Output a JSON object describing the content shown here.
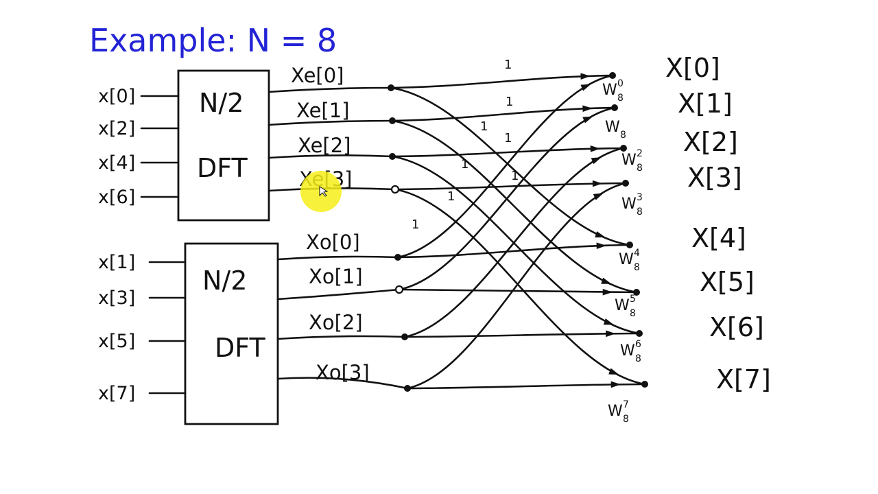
{
  "title": "Example:  N = 8",
  "blocks": [
    {
      "line1": "N/2",
      "line2": "DFT"
    },
    {
      "line1": "N/2",
      "line2": "DFT"
    }
  ],
  "inputs_even": [
    "x[0]",
    "x[2]",
    "x[4]",
    "x[6]"
  ],
  "inputs_odd": [
    "x[1]",
    "x[3]",
    "x[5]",
    "x[7]"
  ],
  "even_outputs": [
    "Xe[0]",
    "Xe[1]",
    "Xe[2]",
    "Xe[3]"
  ],
  "odd_outputs": [
    "Xo[0]",
    "Xo[1]",
    "Xo[2]",
    "Xo[3]"
  ],
  "branch_weight": "1",
  "twiddles": [
    {
      "base": "W",
      "sub": "8",
      "sup": "0"
    },
    {
      "base": "W",
      "sub": "8",
      "sup": ""
    },
    {
      "base": "W",
      "sub": "8",
      "sup": "2"
    },
    {
      "base": "W",
      "sub": "8",
      "sup": "3"
    },
    {
      "base": "W",
      "sub": "8",
      "sup": "4"
    },
    {
      "base": "W",
      "sub": "8",
      "sup": "5"
    },
    {
      "base": "W",
      "sub": "8",
      "sup": "6"
    },
    {
      "base": "W",
      "sub": "8",
      "sup": "7"
    }
  ],
  "outputs": [
    "X[0]",
    "X[1]",
    "X[2]",
    "X[3]",
    "X[4]",
    "X[5]",
    "X[6]",
    "X[7]"
  ],
  "colors": {
    "title": "#2323d6",
    "ink": "#111111",
    "highlight": "#f6ee1a"
  }
}
